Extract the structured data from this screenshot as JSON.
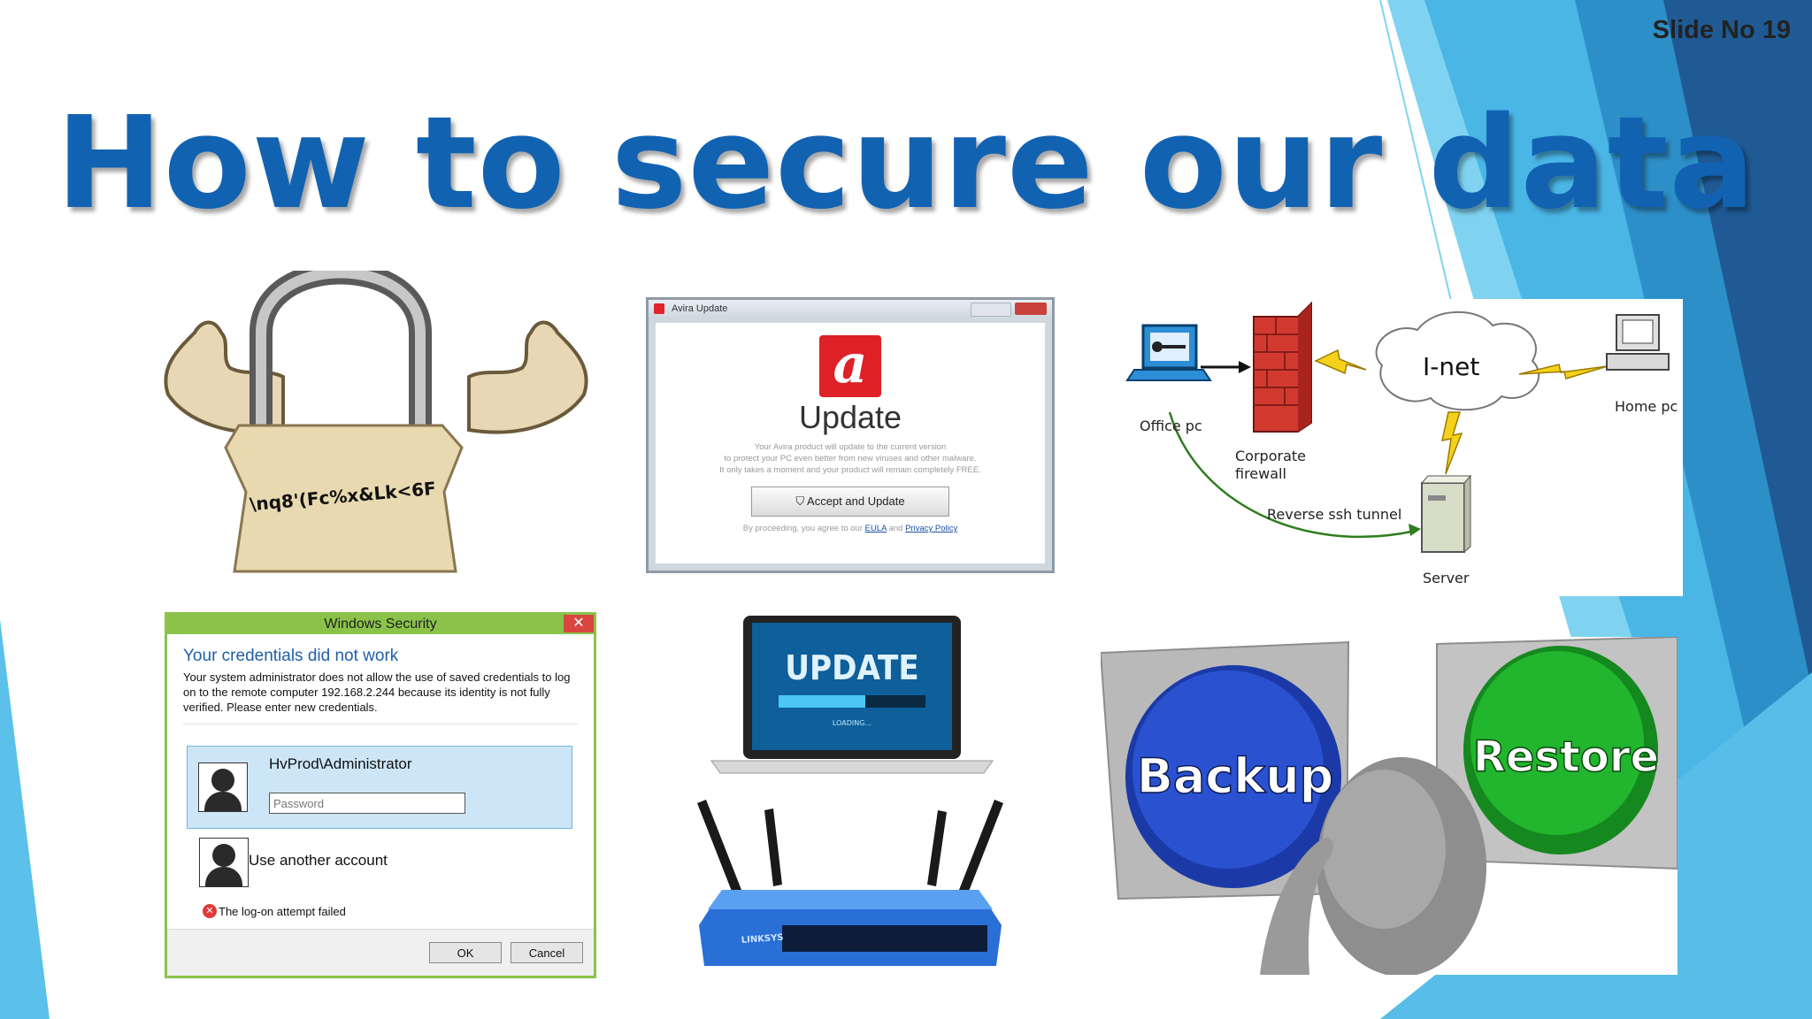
{
  "slide": {
    "number_label": "Slide No 19",
    "title": "How to secure our data"
  },
  "padlock": {
    "text": "\\nq8'(Fc%x&Lk<6F"
  },
  "avira": {
    "window_title": "Avira Update",
    "heading": "Update",
    "description_1": "Your Avira product will update to the current version",
    "description_2": "to protect your PC even better from new viruses and other malware.",
    "description_3": "It only takes a moment and your product will remain completely FREE.",
    "accept_label": "Accept and Update",
    "fine_prefix": "By proceeding, you agree to our",
    "eula": "EULA",
    "fine_and": "and",
    "privacy": "Privacy Policy"
  },
  "network": {
    "office_pc": "Office pc",
    "firewall_1": "Corporate",
    "firewall_2": "firewall",
    "inet": "I-net",
    "home_pc": "Home pc",
    "tunnel": "Reverse ssh tunnel",
    "server": "Server"
  },
  "windows_security": {
    "title": "Windows Security",
    "close": "✕",
    "heading": "Your credentials did not work",
    "message": "Your system administrator does not allow the use of saved credentials to log on to the remote computer 192.168.2.244 because its identity is not fully verified. Please enter new credentials.",
    "username": "HvProd\\Administrator",
    "password_placeholder": "Password",
    "other_account": "Use another account",
    "error": "The log-on attempt failed",
    "ok": "OK",
    "cancel": "Cancel"
  },
  "laptop": {
    "screen_text": "UPDATE",
    "loading": "LOADING..."
  },
  "router": {
    "brand": "LINKSYS"
  },
  "backup_restore": {
    "backup": "Backup",
    "restore": "Restore"
  },
  "colors": {
    "title": "#1262b2",
    "accent_blue": "#5bc8f0",
    "dark_blue": "#1f5a94"
  }
}
